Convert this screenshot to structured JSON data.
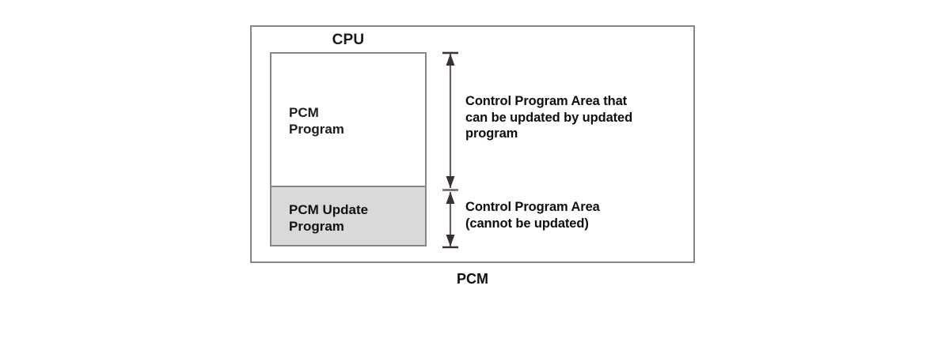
{
  "diagram": {
    "caption": "PCM",
    "outer_box": {
      "name": "PCM boundary"
    },
    "cpu": {
      "label": "CPU",
      "regions": [
        {
          "key": "upper",
          "label": "PCM\nProgram",
          "fill": "#ffffff"
        },
        {
          "key": "lower",
          "label": "PCM Update\nProgram",
          "fill": "#d9d9d9"
        }
      ]
    },
    "annotations": [
      {
        "key": "upper",
        "text": "Control Program Area that\ncan be updated by updated\nprogram"
      },
      {
        "key": "lower",
        "text": "Control Program Area\n(cannot be updated)"
      }
    ],
    "colors": {
      "border": "#8a8585",
      "shaded_fill": "#d9d9d9",
      "arrow": "#3b302e",
      "text": "#0d0d0d",
      "background": "#ffffff"
    }
  }
}
